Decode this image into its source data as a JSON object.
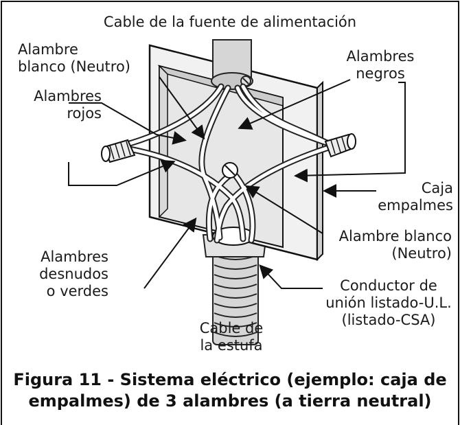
{
  "labels": {
    "supply_cable": "Cable de la fuente de alimentación",
    "white_wire_top": "Alambre\nblanco (Neutro)",
    "black_wires": "Alambres\nnegros",
    "red_wires": "Alambres\nrojos",
    "junction_box": "Caja\nempalmes",
    "white_wire_bottom": "Alambre blanco\n(Neutro)",
    "bare_wires": "Alambres\ndesnudos\no verdes",
    "bonding_conductor": "Conductor de\nunión listado-U.L.\n(listado-CSA)",
    "range_cable": "Cable de\nla estufa"
  },
  "caption": "Figura 11 - Sistema eléctrico (ejemplo: caja de\nempalmes) de 3 alambres (a tierra neutral)"
}
